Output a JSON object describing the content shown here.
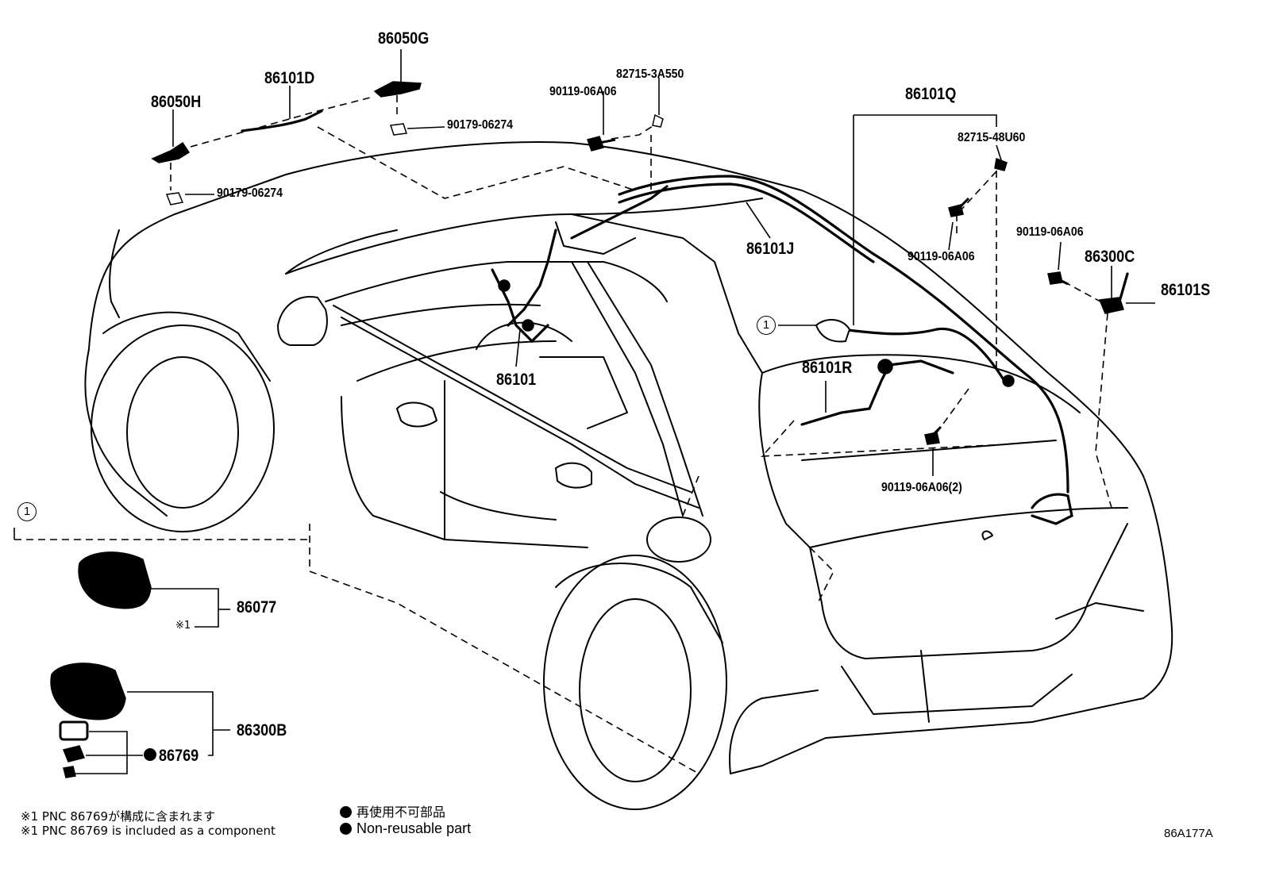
{
  "diagram": {
    "parts": {
      "p86050G": "86050G",
      "p86101D": "86101D",
      "p86050H": "86050H",
      "p90179_a": "90179-06274",
      "p90179_b": "90179-06274",
      "p82715_3A550": "82715-3A550",
      "p90119_top": "90119-06A06",
      "p86101Q": "86101Q",
      "p82715_48U60": "82715-48U60",
      "p90119_right": "90119-06A06",
      "p90119_far": "90119-06A06",
      "p86300C": "86300C",
      "p86101S": "86101S",
      "p86101J": "86101J",
      "p86101": "86101",
      "p86101R": "86101R",
      "p90119_2": "90119-06A06(2)",
      "p86077": "86077",
      "p86300B": "86300B",
      "p86769": "86769"
    },
    "callout_number": "1",
    "note_mark": "※1",
    "footnotes": {
      "jp": "※1 PNC 86769が構成に含まれます",
      "en": "※1 PNC 86769 is included as a component"
    },
    "legend": {
      "jp": "再使用不可部品",
      "en": "Non-reusable part"
    },
    "figure_code": "86A177A"
  },
  "icons": {
    "filled_dot": "non-reusable-dot-icon",
    "circled_number": "callout-circle-icon"
  },
  "colors": {
    "ink": "#000000",
    "background": "#ffffff"
  }
}
